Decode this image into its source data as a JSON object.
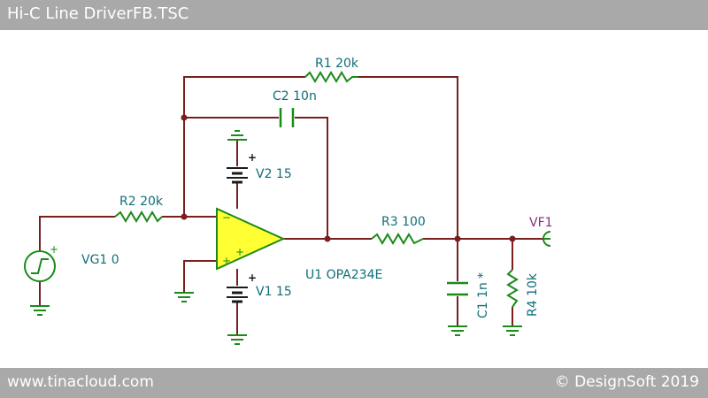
{
  "window": {
    "title": "Hi-C Line DriverFB.TSC"
  },
  "footer": {
    "website": "www.tinacloud.com",
    "copyright": "© DesignSoft 2019"
  },
  "components": {
    "r1": "R1 20k",
    "r2": "R2 20k",
    "r3": "R3 100",
    "r4": "R4 10k",
    "c1": "C1 1n",
    "c1_mark": "*",
    "c2": "C2 10n",
    "v1": "V1 15",
    "v2": "V2 15",
    "vg1": "VG1 0",
    "u1": "U1 OPA234E",
    "vf1": "VF1"
  },
  "symbols": {
    "plus": "+",
    "minus": "−"
  },
  "colors": {
    "wire": "#7a1f1f",
    "component": "#1a8a1a",
    "opamp_fill": "#ffff33",
    "label": "#0f6e7a",
    "probe_label": "#8a2a8a",
    "bar": "#a9a9a9"
  }
}
